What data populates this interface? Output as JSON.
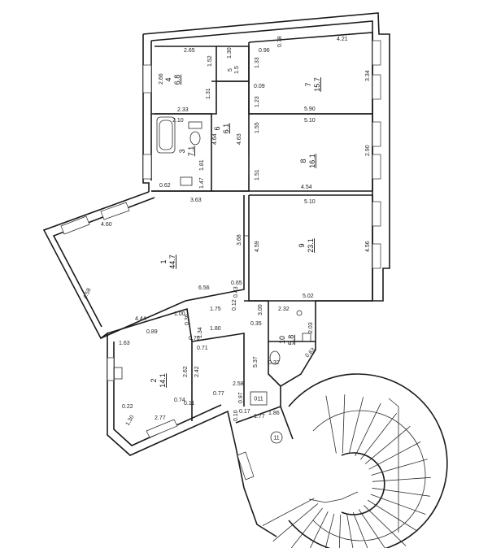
{
  "rooms": [
    {
      "id": "4",
      "num": "4",
      "area": "6.8"
    },
    {
      "id": "5",
      "num": "5",
      "area": "1.5"
    },
    {
      "id": "7",
      "num": "7",
      "area": "15.7"
    },
    {
      "id": "6",
      "num": "6",
      "area": "6.1"
    },
    {
      "id": "3",
      "num": "3",
      "area": "7.1"
    },
    {
      "id": "8",
      "num": "8",
      "area": "16.1"
    },
    {
      "id": "1",
      "num": "1",
      "area": "44.7"
    },
    {
      "id": "9",
      "num": "9",
      "area": "23.1"
    },
    {
      "id": "2",
      "num": "2",
      "area": "14.1"
    },
    {
      "id": "10",
      "num": "10",
      "area": "5.8"
    },
    {
      "id": "11",
      "num": "11",
      "area": ""
    }
  ],
  "dimensions": {
    "d265": "2.65",
    "d266": "2.66",
    "d233": "2.33",
    "d152": "1.52",
    "d130": "1.30",
    "d096": "0.96",
    "d078": "0.78",
    "d421": "4.21",
    "d133": "1.33",
    "d334": "3.34",
    "d131": "1.31",
    "d123": "1.23",
    "d590": "5.90",
    "d210": "2.10",
    "d464": "4.64",
    "d463": "4.63",
    "d155": "1.55",
    "d510": "5.10",
    "d290": "2.90",
    "d181": "1.81",
    "d147": "1.47",
    "d062": "0.62",
    "d151": "1.51",
    "d454": "4.54",
    "d363": "3.63",
    "d460": "4.60",
    "d368": "3.68",
    "d459": "4.59",
    "d456": "4.56",
    "d458": "4.58",
    "d656": "6.56",
    "d065": "0.65",
    "d502": "5.02",
    "d444": "4.44",
    "d175": "1.75",
    "d012": "0.12",
    "d043": "0.43",
    "d232": "2.32",
    "d180": "1.80",
    "d000": "1.00",
    "d089": "0.89",
    "d036": "0.36",
    "d035": "0.35",
    "d163": "1.63",
    "d070": "0.70",
    "d134": "1.34",
    "d203": "2.03",
    "d071": "0.71",
    "d537": "5.37",
    "d063": "0.63",
    "d262": "2.62",
    "d242": "2.42",
    "d258": "2.58",
    "d032": "0.32",
    "d077": "0.77",
    "d097": "0.97",
    "d074": "0.74",
    "d022": "0.22",
    "d011": "0.11",
    "d277": "2.77",
    "d017": "0.17",
    "d177": "1.77",
    "d186": "1.86",
    "d010": "0.10",
    "d300": "3.00",
    "d009": "0.09"
  },
  "labels": {
    "corridor_code": "011"
  },
  "colors": {
    "wall": "#1a1a1a",
    "text": "#111111",
    "background": "#ffffff"
  }
}
